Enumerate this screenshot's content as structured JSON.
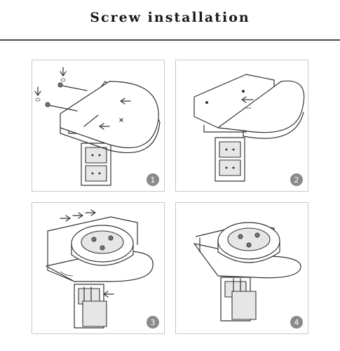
{
  "title": "Screw installation",
  "steps": [
    {
      "number": "1"
    },
    {
      "number": "2"
    },
    {
      "number": "3"
    },
    {
      "number": "4"
    }
  ],
  "colors": {
    "badge": "#8a8a8a",
    "rule": "#4a4a4a",
    "panel_border": "#c8c8c8",
    "line_art": "#333333"
  }
}
